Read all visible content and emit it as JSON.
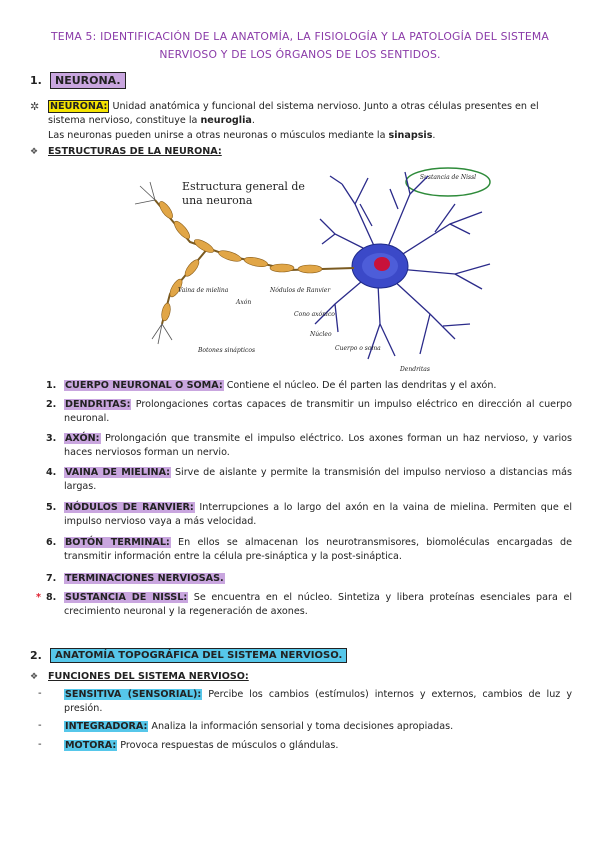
{
  "title": {
    "line1": "TEMA 5: IDENTIFICACIÓN DE LA ANATOMÍA, LA FISIOLOGÍA Y LA PATOLOGÍA DEL SISTEMA",
    "line2": "NERVIOSO Y DE LOS ÓRGANOS DE LOS SENTIDOS."
  },
  "section1": {
    "number": "1.",
    "heading": "NEURONA.",
    "definition": {
      "term": "NEURONA:",
      "text": " Unidad anatómica y funcional del sistema nervioso. Junto a otras células presentes en el sistema nervioso, constituye la ",
      "bold_word": "neuroglia",
      "text_end": "."
    },
    "synapse_line": {
      "text": "Las neuronas pueden unirse a otras neuronas o músculos mediante la ",
      "bold_word": "sinapsis",
      "text_end": "."
    },
    "structures_heading": "ESTRUCTURAS DE LA NEURONA:",
    "figure": {
      "caption": "Estructura general de",
      "caption2": "una neurona",
      "labels": {
        "nissl": "Sustancia de Nissl",
        "vaina": "Vaina de mielina",
        "axon": "Axón",
        "ranvier": "Nódulos de Ranvier",
        "cono": "Cono axónico",
        "nucleo": "Núcleo",
        "cuerpo": "Cuerpo o soma",
        "dendritas": "Dendritas",
        "botones": "Botones sinápticos"
      }
    },
    "items": [
      {
        "num": "1.",
        "term": "CUERPO NEURONAL O SOMA:",
        "text": " Contiene el núcleo. De él parten las dendritas y el axón."
      },
      {
        "num": "2.",
        "term": "DENDRITAS:",
        "text": " Prolongaciones cortas capaces de transmitir un impulso eléctrico en dirección al cuerpo neuronal."
      },
      {
        "num": "3.",
        "term": "AXÓN:",
        "text": " Prolongación que transmite el impulso eléctrico. Los axones forman un haz nervioso, y varios haces nerviosos forman un nervio."
      },
      {
        "num": "4.",
        "term": "VAINA DE MIELINA:",
        "text": " Sirve de aislante y permite la transmisión del impulso nervioso a distancias más largas."
      },
      {
        "num": "5.",
        "term": "NÓDULOS DE RANVIER:",
        "text": " Interrupciones a lo largo del axón en la vaina de mielina. Permiten que el impulso nervioso vaya a más velocidad."
      },
      {
        "num": "6.",
        "term": "BOTÓN TERMINAL:",
        "text": " En ellos se almacenan los neurotransmisores, biomoléculas encargadas de transmitir información entre la célula pre-sináptica y la post-sináptica."
      },
      {
        "num": "7.",
        "term": "TERMINACIONES NERVIOSAS.",
        "text": ""
      },
      {
        "num": "8.",
        "term": "SUSTANCIA DE NISSL:",
        "text": " Se encuentra en el núcleo. Sintetiza y libera proteínas esenciales para el crecimiento neuronal y la regeneración de axones."
      }
    ]
  },
  "section2": {
    "number": "2.",
    "heading": "ANATOMÍA TOPOGRÁFICA DEL SISTEMA NERVIOSO.",
    "functions_heading": "FUNCIONES DEL SISTEMA NERVIOSO:",
    "functions": [
      {
        "term": "SENSITIVA (SENSORIAL):",
        "text": " Percibe los cambios (estímulos) internos y externos, cambios de luz y presión."
      },
      {
        "term": "INTEGRADORA:",
        "text": " Analiza la información sensorial y toma decisiones apropiadas."
      },
      {
        "term": "MOTORA:",
        "text": " Provoca respuestas de músculos o glándulas."
      }
    ]
  },
  "colors": {
    "title": "#8a3aa8",
    "purple_highlight": "#c9a6df",
    "yellow_highlight": "#f5e400",
    "blue_highlight": "#56c7ea",
    "star_red": "#e02030"
  }
}
